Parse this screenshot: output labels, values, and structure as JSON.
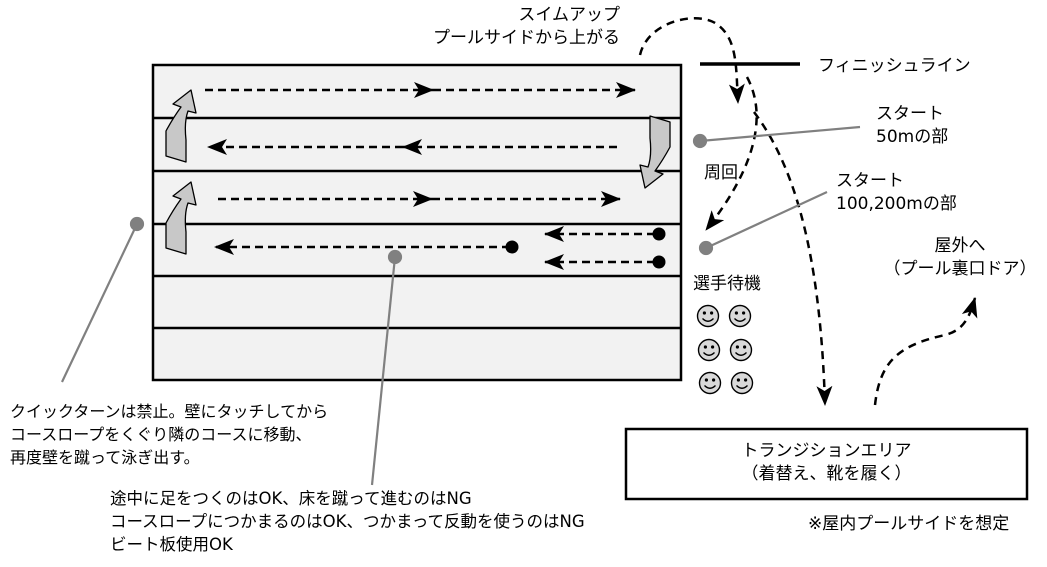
{
  "labels": {
    "swim_up_line1": "スイムアップ",
    "swim_up_line2": "プールサイドから上がる",
    "finish_line": "フィニッシュライン",
    "start50_line1": "スタート",
    "start50_line2": "50mの部",
    "loop": "周回",
    "start100_line1": "スタート",
    "start100_line2": "100,200mの部",
    "outdoor_line1": "屋外へ",
    "outdoor_line2": "（プール裏口ドア）",
    "waiting": "選手待機",
    "turn_rule_line1": "クイックターンは禁止。壁にタッチしてから",
    "turn_rule_line2": "コースロープをくぐり隣のコースに移動、",
    "turn_rule_line3": "再度壁を蹴って泳ぎ出す。",
    "note_line1": "途中に足をつくのはOK、床を蹴って進むのはNG",
    "note_line2": "コースロープにつかまるのはOK、つかまって反動を使うのはNG",
    "note_line3": "ビート板使用OK",
    "transition_line1": "トランジションエリア",
    "transition_line2": "（着替え、靴を履く）",
    "indoor_note": "※屋内プールサイドを想定"
  },
  "icons": [
    "smiley-icon",
    "turn-arrow-icon",
    "arrow-icon",
    "leader-dot-icon"
  ],
  "colors": {
    "lane_fill": "#f2f2f2",
    "leader": "#808080",
    "turn_arrow": "#c8c8c8"
  }
}
